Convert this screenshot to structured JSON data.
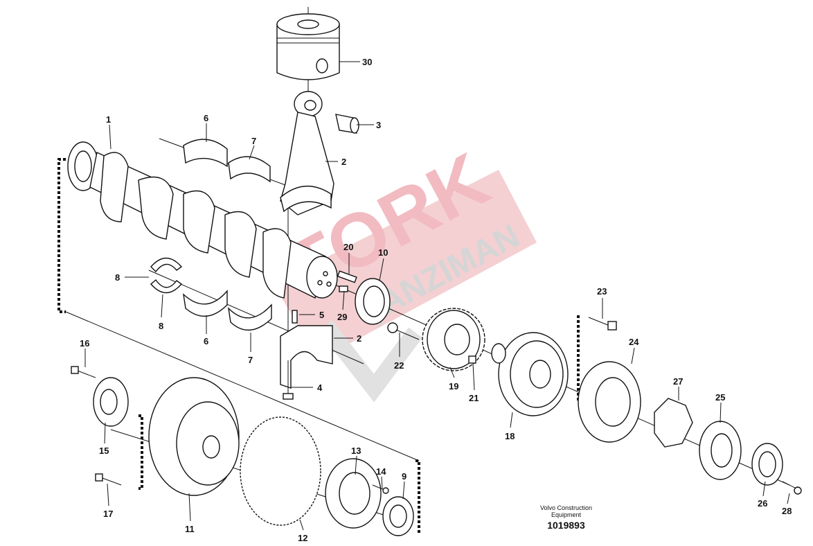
{
  "diagram": {
    "credit": "Volvo Construction Equipment",
    "illustration_number": "1019893",
    "watermark": "TORK ŞANZIMAN",
    "callouts": [
      "30",
      "3",
      "2",
      "1",
      "6",
      "7",
      "8",
      "8",
      "6",
      "7",
      "20",
      "10",
      "29",
      "5",
      "2",
      "4",
      "22",
      "19",
      "21",
      "23",
      "24",
      "18",
      "27",
      "25",
      "26",
      "28",
      "16",
      "15",
      "17",
      "11",
      "12",
      "13",
      "14",
      "9"
    ]
  }
}
